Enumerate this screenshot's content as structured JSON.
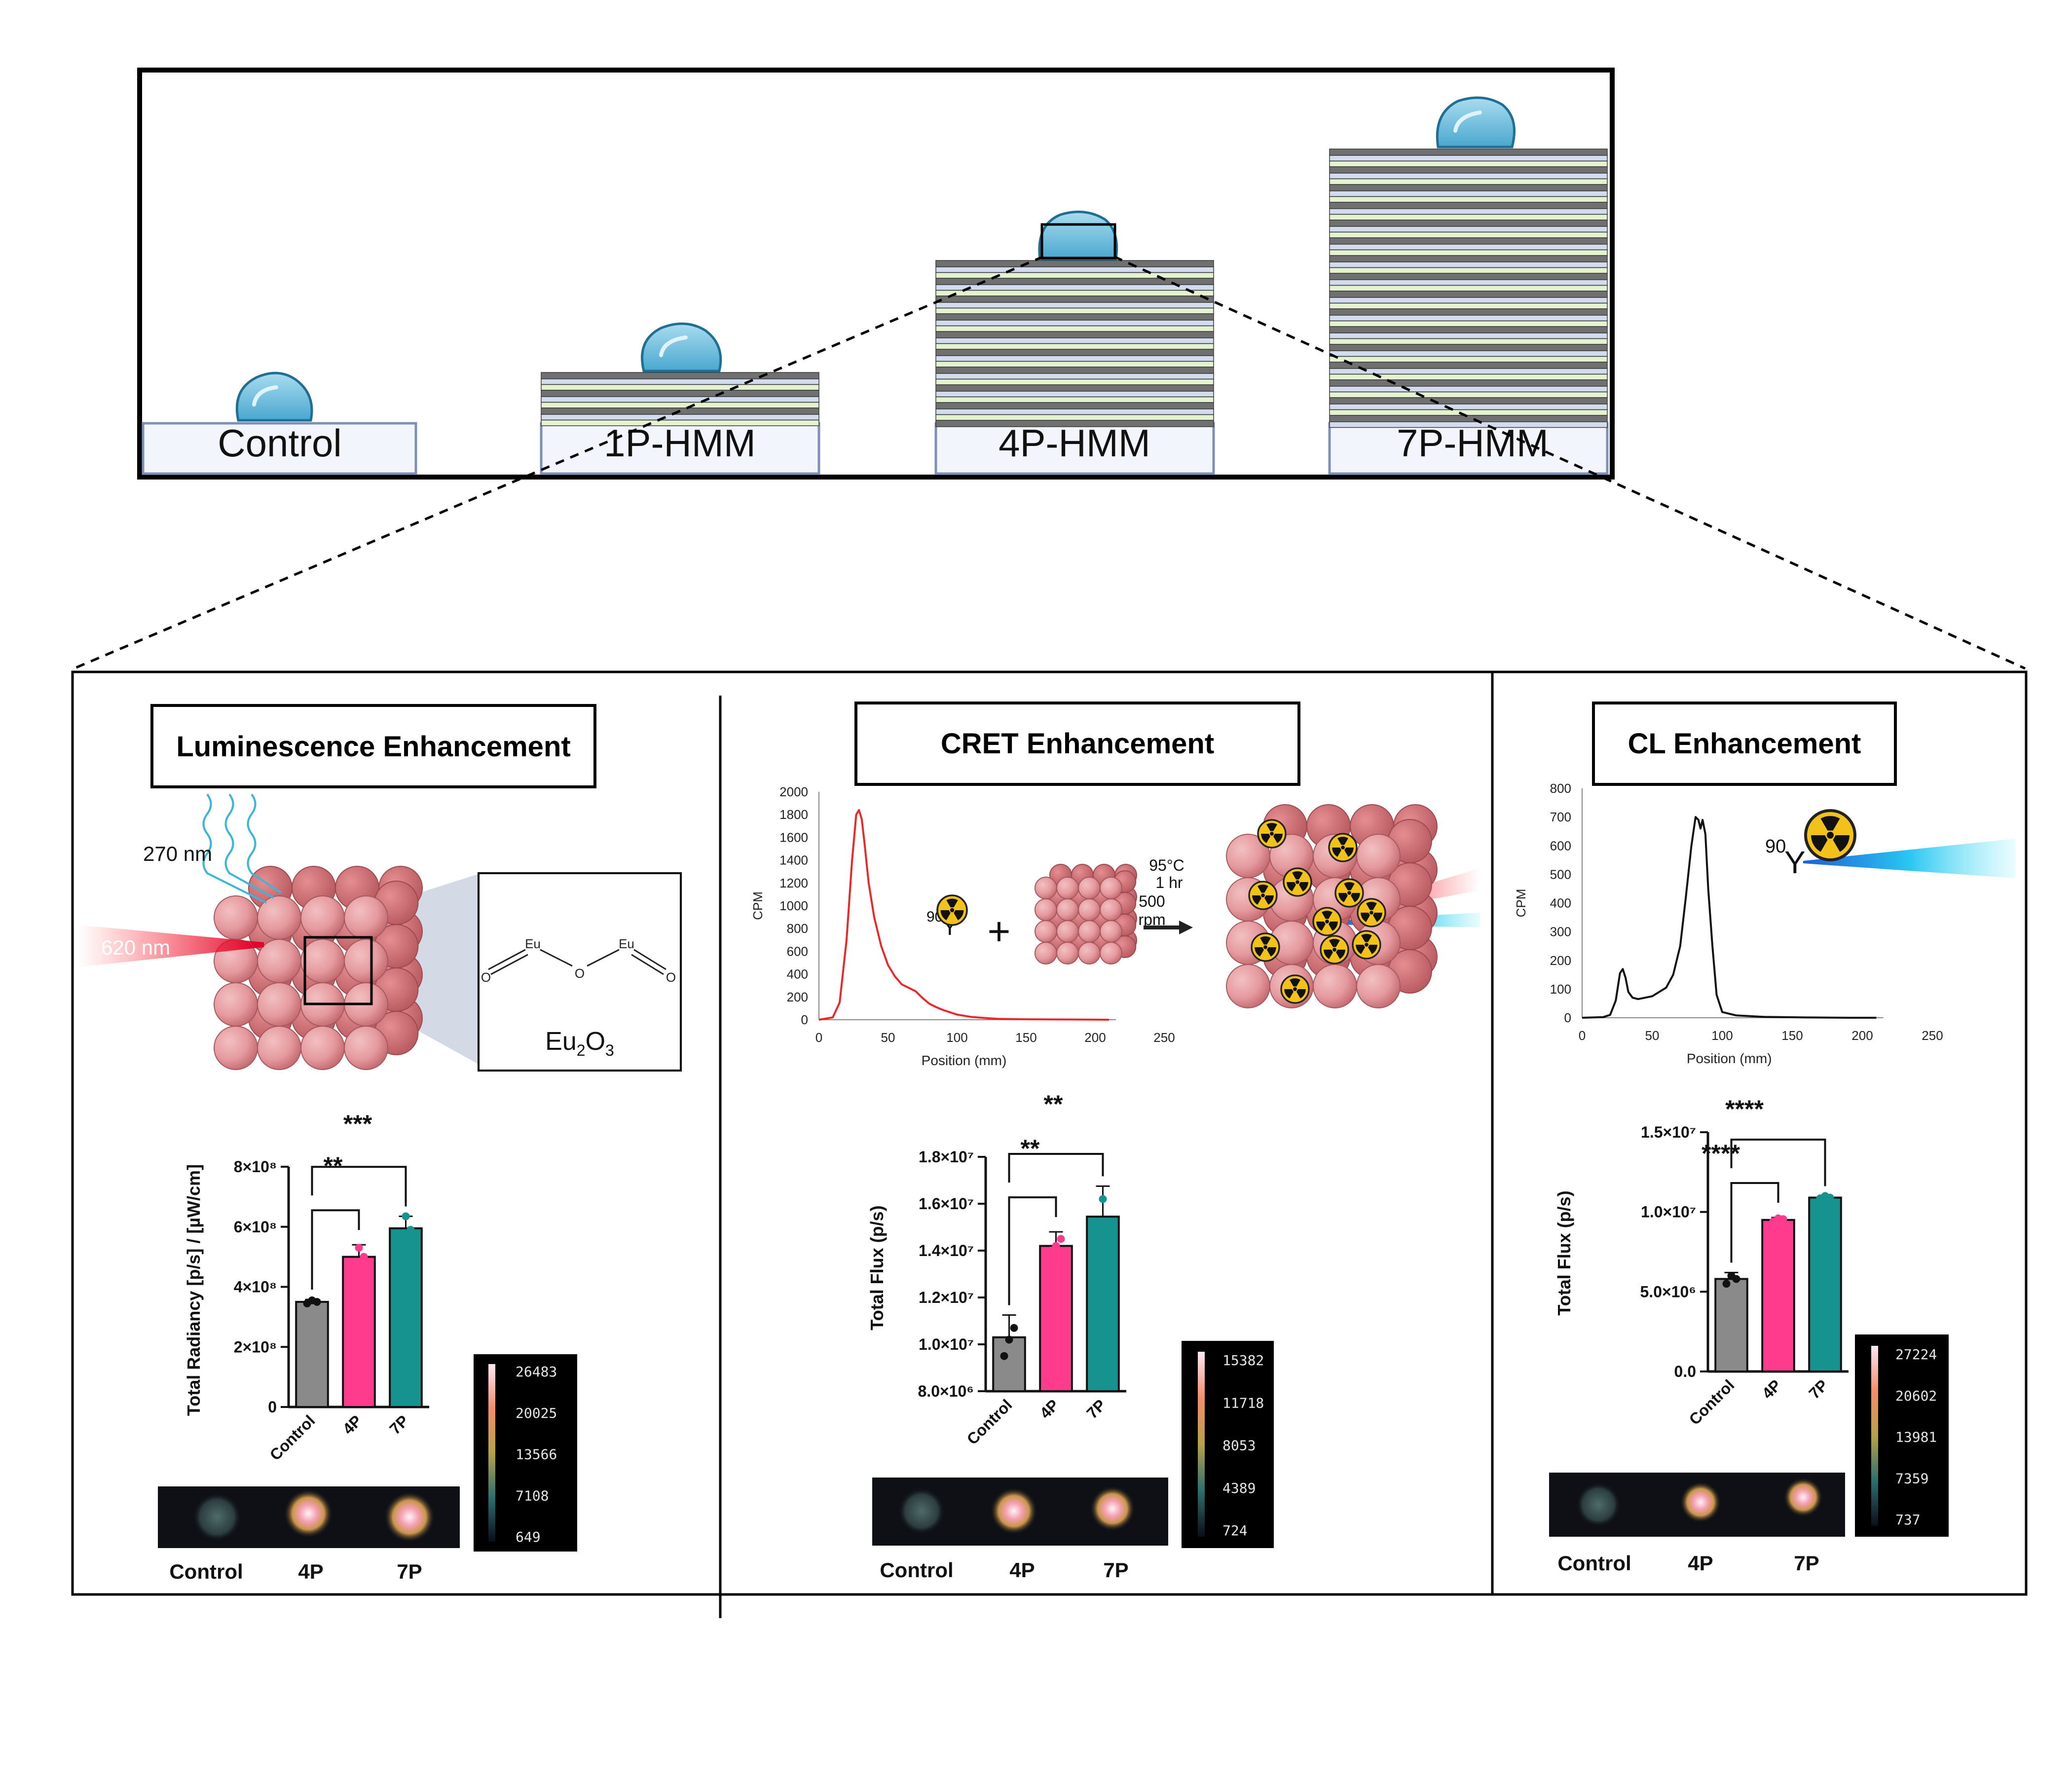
{
  "top_panel": {
    "labels": [
      "Control",
      "1P-HMM",
      "4P-HMM",
      "7P-HMM"
    ]
  },
  "panel1": {
    "title": "Luminescence Enhancement",
    "excitation": "270 nm",
    "emission": "620 nm",
    "molecule_atom_eu": "Eu",
    "molecule_atom_o": "O",
    "molecule_formula_base": "Eu",
    "molecule_sub1": "2",
    "molecule_mid": "O",
    "molecule_sub2": "3",
    "ylabel": "Total Radiancy [p/s] / [µW/cm]",
    "sig1": "**",
    "sig2": "***",
    "colorbar": [
      "26483",
      "20025",
      "13566",
      "7108",
      "649"
    ],
    "image_labels": [
      "Control",
      "4P",
      "7P"
    ]
  },
  "panel2": {
    "title": "CRET Enhancement",
    "isotope_mass": "90",
    "isotope_symbol": "Y",
    "plus": "+",
    "condition_temp": "95°C",
    "condition_time": "1 hr",
    "condition_speed1": "500",
    "condition_speed2": "rpm",
    "ylabel": "Total Flux (p/s)",
    "sig1": "**",
    "sig2": "**",
    "colorbar": [
      "15382",
      "11718",
      "8053",
      "4389",
      "724"
    ],
    "image_labels": [
      "Control",
      "4P",
      "7P"
    ]
  },
  "panel3": {
    "title": "CL Enhancement",
    "isotope_mass": "90",
    "isotope_symbol": "Y",
    "ylabel": "Total Flux (p/s)",
    "sig1": "****",
    "sig2": "****",
    "colorbar": [
      "27224",
      "20602",
      "13981",
      "7359",
      "737"
    ],
    "image_labels": [
      "Control",
      "4P",
      "7P"
    ]
  },
  "chart_data": [
    {
      "id": "cret-spectrum",
      "type": "line",
      "xlabel": "Position (mm)",
      "ylabel": "CPM",
      "xlim": [
        0,
        250
      ],
      "ylim": [
        0,
        2000
      ],
      "xticks": [
        0,
        50,
        100,
        150,
        200,
        250
      ],
      "yticks": [
        0,
        200,
        400,
        600,
        800,
        1000,
        1200,
        1400,
        1600,
        1800,
        2000
      ],
      "color": "#e8282a",
      "x": [
        0,
        10,
        15,
        20,
        24,
        27,
        29,
        31,
        33,
        36,
        40,
        45,
        50,
        55,
        60,
        65,
        70,
        75,
        80,
        85,
        90,
        100,
        110,
        120,
        130,
        150,
        180,
        210
      ],
      "y": [
        0,
        20,
        150,
        700,
        1400,
        1800,
        1840,
        1760,
        1550,
        1200,
        900,
        650,
        480,
        380,
        310,
        280,
        250,
        190,
        140,
        110,
        85,
        45,
        25,
        15,
        8,
        4,
        2,
        0
      ]
    },
    {
      "id": "cl-spectrum",
      "type": "line",
      "xlabel": "Position (mm)",
      "ylabel": "CPM",
      "xlim": [
        0,
        250
      ],
      "ylim": [
        0,
        800
      ],
      "xticks": [
        0,
        50,
        100,
        150,
        200,
        250
      ],
      "yticks": [
        0,
        100,
        200,
        300,
        400,
        500,
        600,
        700,
        800
      ],
      "color": "#111111",
      "x": [
        0,
        15,
        20,
        24,
        27,
        29,
        31,
        33,
        36,
        40,
        50,
        60,
        65,
        70,
        74,
        78,
        81,
        83,
        84.5,
        86,
        88,
        90,
        93,
        96,
        100,
        110,
        130,
        160,
        190,
        210
      ],
      "y": [
        0,
        2,
        10,
        60,
        155,
        170,
        140,
        90,
        70,
        65,
        75,
        105,
        150,
        250,
        420,
        600,
        700,
        690,
        660,
        690,
        640,
        450,
        250,
        80,
        20,
        8,
        3,
        1,
        0,
        0
      ]
    },
    {
      "id": "lum-bar",
      "type": "bar",
      "categories": [
        "Control",
        "4P",
        "7P"
      ],
      "values": [
        350000000,
        500000000,
        595000000
      ],
      "errors": [
        8000000,
        40000000,
        40000000
      ],
      "points": [
        [
          345000000,
          355000000,
          350000000
        ],
        [
          470000000,
          530000000,
          500000000
        ],
        [
          560000000,
          635000000,
          590000000
        ]
      ],
      "colors": [
        "#8a8a8a",
        "#ff3b8e",
        "#16938e"
      ],
      "ylim": [
        0,
        800000000
      ],
      "yticks": [
        0,
        200000000,
        400000000,
        600000000,
        800000000
      ],
      "ytick_labels": [
        "0",
        "2×10⁸",
        "4×10⁸",
        "6×10⁸",
        "8×10⁸"
      ]
    },
    {
      "id": "cret-bar",
      "type": "bar",
      "categories": [
        "Control",
        "4P",
        "7P"
      ],
      "values": [
        10300000,
        14200000,
        15450000
      ],
      "errors": [
        950000,
        600000,
        1300000
      ],
      "points": [
        [
          9500000,
          10200000,
          10700000
        ],
        [
          14000000,
          14200000,
          14500000
        ],
        [
          15200000,
          16200000,
          15000000
        ]
      ],
      "colors": [
        "#8a8a8a",
        "#ff3b8e",
        "#16938e"
      ],
      "ylim": [
        8000000,
        18000000
      ],
      "ybase": 8000000,
      "yticks": [
        8000000,
        10000000,
        12000000,
        14000000,
        16000000,
        18000000
      ],
      "ytick_labels": [
        "8.0×10⁶",
        "1.0×10⁷",
        "1.2×10⁷",
        "1.4×10⁷",
        "1.6×10⁷",
        "1.8×10⁷"
      ]
    },
    {
      "id": "cl-bar",
      "type": "bar",
      "categories": [
        "Control",
        "4P",
        "7P"
      ],
      "values": [
        5800000,
        9500000,
        10900000
      ],
      "errors": [
        400000,
        150000,
        100000
      ],
      "points": [
        [
          5500000,
          6000000,
          5800000
        ],
        [
          9400000,
          9600000,
          9550000
        ],
        [
          10850000,
          11000000,
          10900000
        ]
      ],
      "colors": [
        "#8a8a8a",
        "#ff3b8e",
        "#16938e"
      ],
      "ylim": [
        0,
        15000000
      ],
      "yticks": [
        0,
        5000000,
        10000000,
        15000000
      ],
      "ytick_labels": [
        "0.0",
        "5.0×10⁶",
        "1.0×10⁷",
        "1.5×10⁷"
      ]
    }
  ]
}
